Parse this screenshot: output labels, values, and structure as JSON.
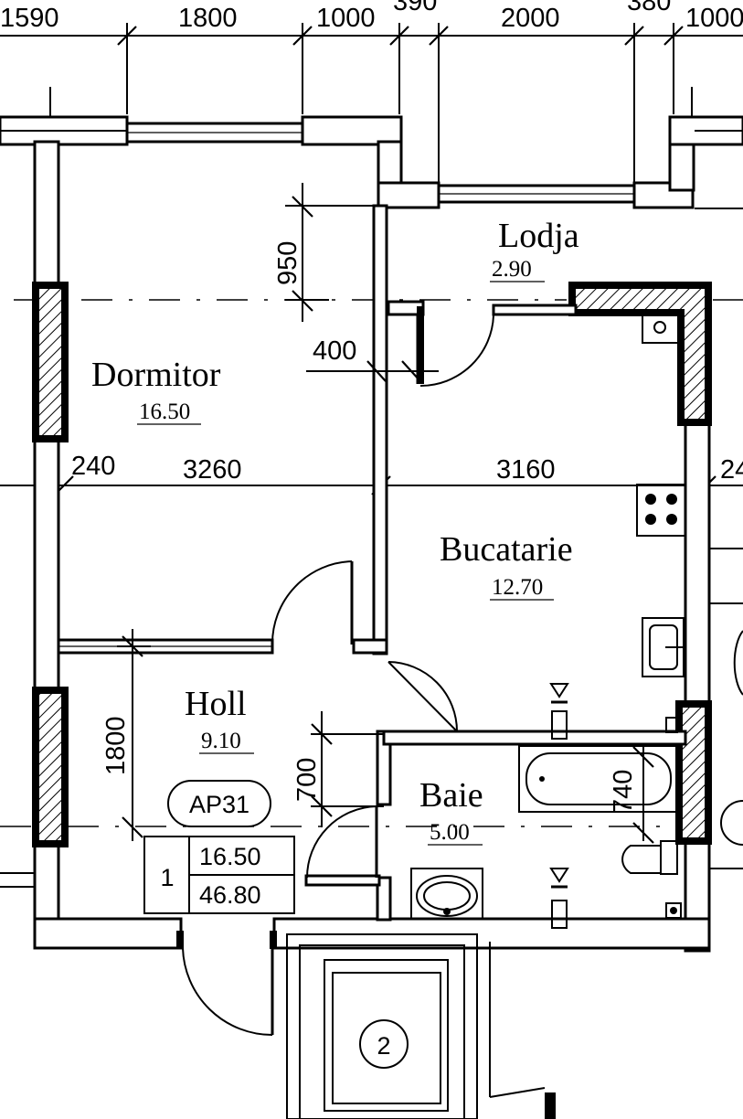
{
  "dimensions_top": [
    "1590",
    "1800",
    "1000",
    "390",
    "2000",
    "380",
    "1000"
  ],
  "dimensions_mid": [
    "240",
    "3260",
    "3160",
    "24"
  ],
  "dimensions_vertical": [
    "950",
    "400",
    "1800",
    "700",
    "740"
  ],
  "rooms": [
    {
      "name": "Dormitor",
      "area": "16.50"
    },
    {
      "name": "Lodja",
      "area": "2.90"
    },
    {
      "name": "Bucatarie",
      "area": "12.70"
    },
    {
      "name": "Holl",
      "area": "9.10"
    },
    {
      "name": "Baie",
      "area": "5.00"
    }
  ],
  "apartment": {
    "tag": "AP31",
    "rooms_count": "1",
    "living_area": "16.50",
    "total_area": "46.80"
  },
  "stair_marker": "2"
}
